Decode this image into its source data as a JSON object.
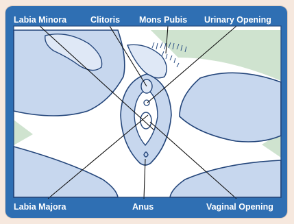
{
  "labels": {
    "top": [
      "Labia Minora",
      "Clitoris",
      "Mons Pubis",
      "Urinary Opening"
    ],
    "bottom": [
      "Labia Majora",
      "Anus",
      "Vaginal Opening"
    ]
  },
  "colors": {
    "frame": "#2f6fb3",
    "page_bg": "#f6e8de",
    "illustration_bg": "#ffffff",
    "tissue": "#c7d7ee",
    "outline": "#23457a",
    "hair": "#2b4f84",
    "green_tint": "#cfe3cf",
    "label_text": "#ffffff",
    "leader_line": "#111111"
  }
}
